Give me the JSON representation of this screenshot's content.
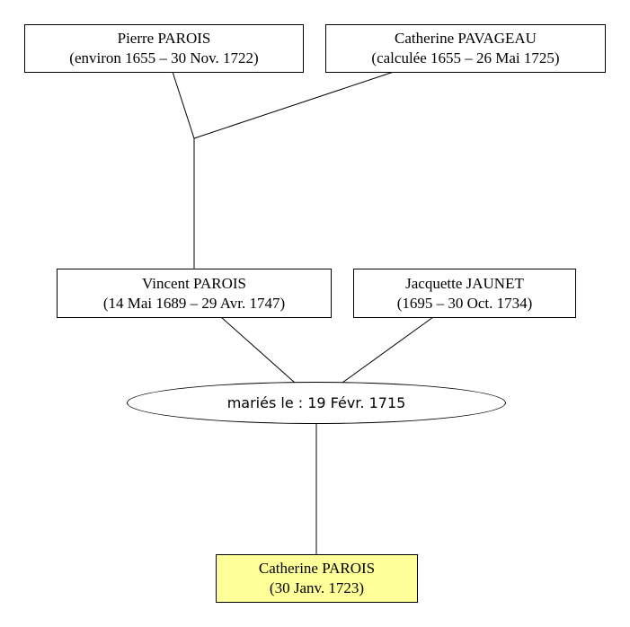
{
  "people": {
    "pierre": {
      "name": "Pierre PAROIS",
      "dates": "(environ 1655 – 30 Nov. 1722)"
    },
    "catherine_pavageau": {
      "name": "Catherine PAVAGEAU",
      "dates": "(calculée 1655 – 26 Mai 1725)"
    },
    "vincent": {
      "name": "Vincent PAROIS",
      "dates": "(14 Mai 1689 – 29 Avr. 1747)"
    },
    "jacquette": {
      "name": "Jacquette JAUNET",
      "dates": "(1695 – 30 Oct. 1734)"
    },
    "catherine_parois": {
      "name": "Catherine PAROIS",
      "dates": "(30 Janv. 1723)"
    }
  },
  "marriage": {
    "label": "mariés le : 19 Févr. 1715"
  },
  "colors": {
    "highlight": "#ffff99",
    "border": "#000000"
  }
}
